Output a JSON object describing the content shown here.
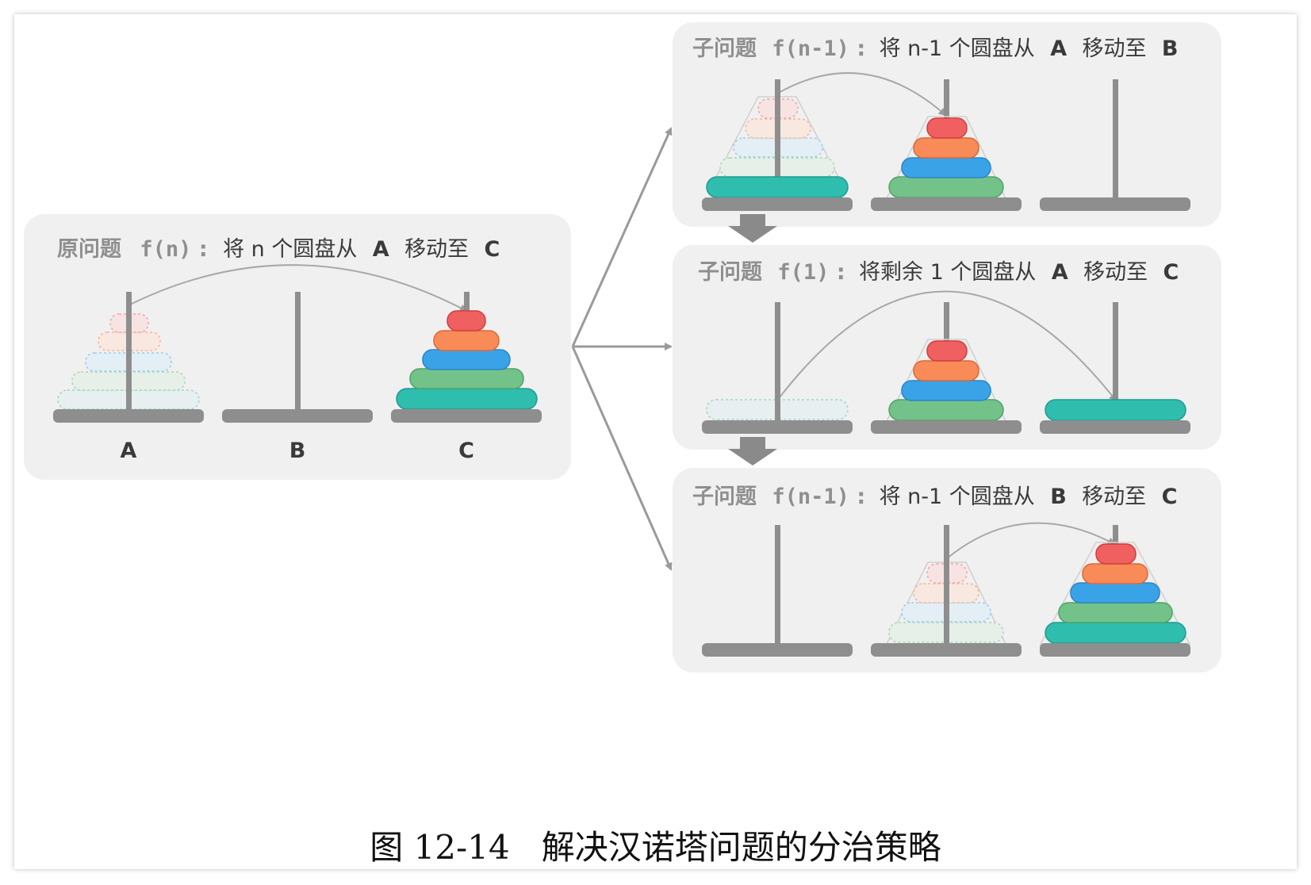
{
  "caption": {
    "figure_label": "图 12-14",
    "text": "解决汉诺塔问题的分治策略"
  },
  "colors": {
    "panel_bg": "#f0f0f0",
    "rod": "#8e8e8e",
    "title_gray": "#8f8f8f",
    "title_dark": "#3a3a3a",
    "arrow": "#9a9a9a",
    "disk_red": "#f16060",
    "disk_orange": "#f88b58",
    "disk_blue": "#3aa3e8",
    "disk_green": "#73c28a",
    "disk_teal": "#2fbdae"
  },
  "main_problem": {
    "title_prefix": "原问题",
    "title_func": "f(n)",
    "title_colon": ":",
    "title_rest": "将 n 个圆盘从",
    "title_from": "A",
    "title_move": "移动至",
    "title_to": "C",
    "rod_labels": [
      "A",
      "B",
      "C"
    ]
  },
  "subproblems": [
    {
      "title_prefix": "子问题",
      "title_func": "f(n-1)",
      "title_colon": ":",
      "title_rest": "将 n-1 个圆盘从",
      "title_from": "A",
      "title_move": "移动至",
      "title_to": "B"
    },
    {
      "title_prefix": "子问题",
      "title_func": "f(1)",
      "title_colon": ":",
      "title_rest": "将剩余 1 个圆盘从",
      "title_from": "A",
      "title_move": "移动至",
      "title_to": "C"
    },
    {
      "title_prefix": "子问题",
      "title_func": "f(n-1)",
      "title_colon": ":",
      "title_rest": "将 n-1 个圆盘从",
      "title_from": "B",
      "title_move": "移动至",
      "title_to": "C"
    }
  ]
}
